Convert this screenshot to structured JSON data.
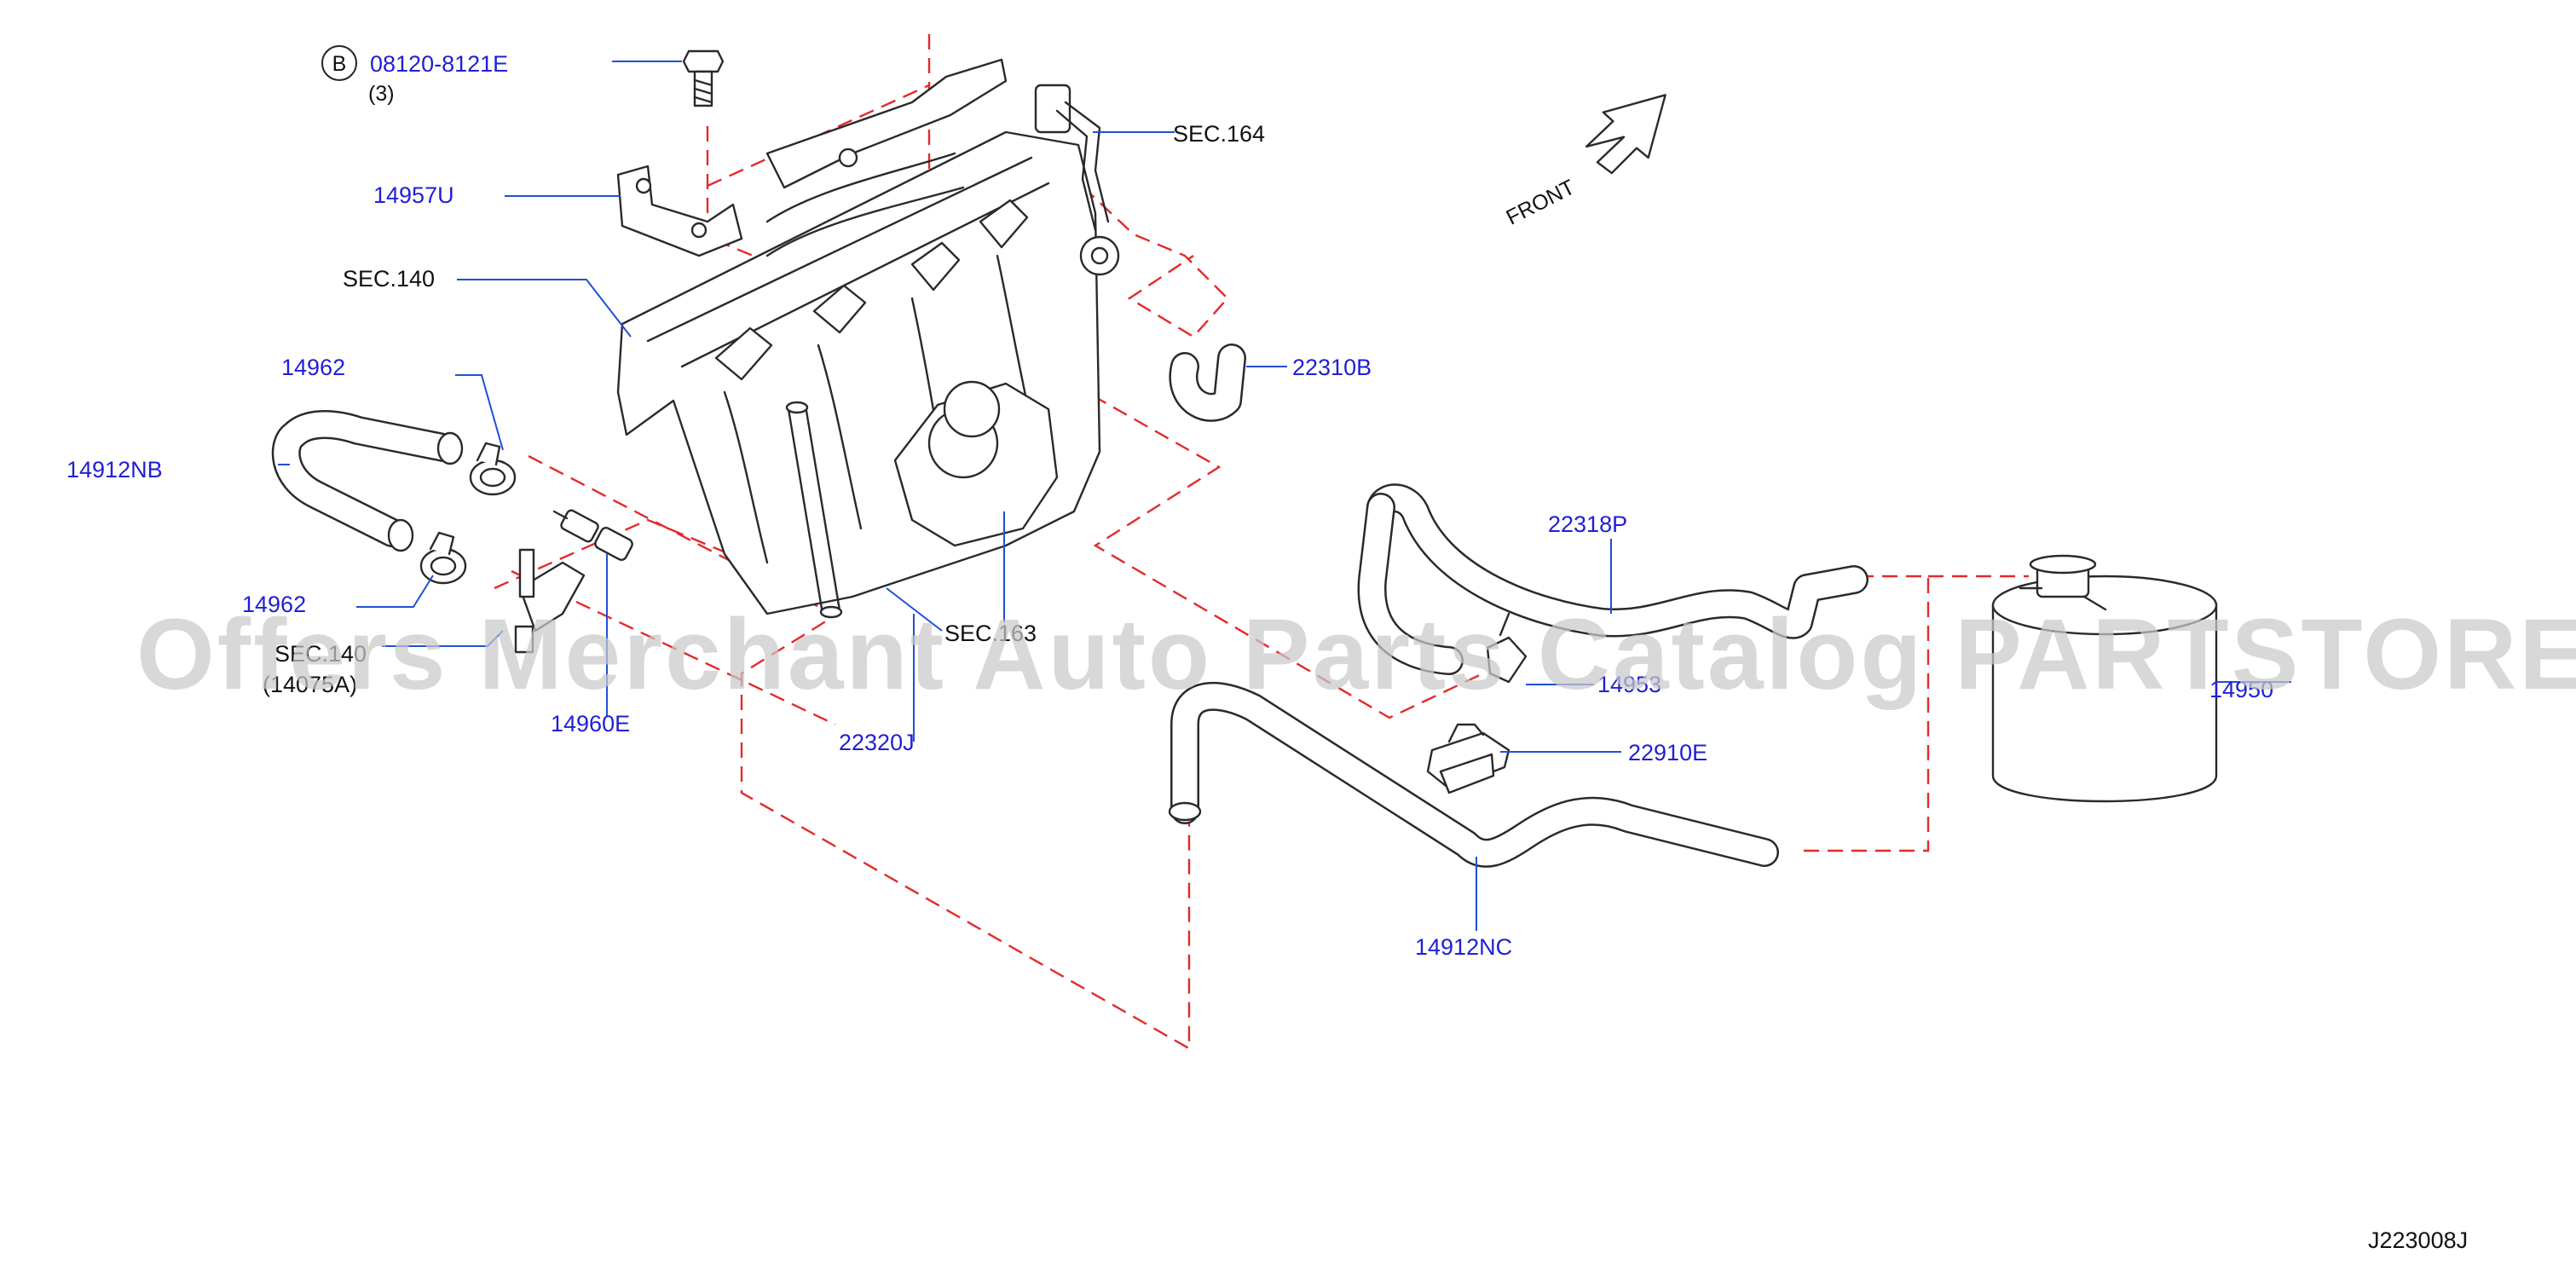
{
  "bolt": {
    "badge": "B",
    "part_number": "08120-8121E",
    "quantity": "(3)"
  },
  "labels": {
    "p14957U": "14957U",
    "sec140_top": "SEC.140",
    "p14962_top": "14962",
    "p14912NB": "14912NB",
    "p14962_bottom": "14962",
    "sec140_bottom": "SEC.140",
    "sec140_bottom_sub": "(14075A)",
    "p14960E": "14960E",
    "p22320J": "22320J",
    "sec163": "SEC.163",
    "sec164": "SEC.164",
    "p22310B": "22310B",
    "p22318P": "22318P",
    "p14953": "14953",
    "p22910E": "22910E",
    "p14912NC": "14912NC",
    "p14950": "14950"
  },
  "front_label": "FRONT",
  "diagram_code": "J223008J",
  "watermark": "Offers Merchant Auto Parts Catalog PARTSTORE.SA",
  "colors": {
    "part_link": "#1f1fd6",
    "leader": "#1f4fd6",
    "connector_dash": "#e32a2a",
    "line_art": "#2a2a2a",
    "watermark": "#c9c9c9"
  }
}
